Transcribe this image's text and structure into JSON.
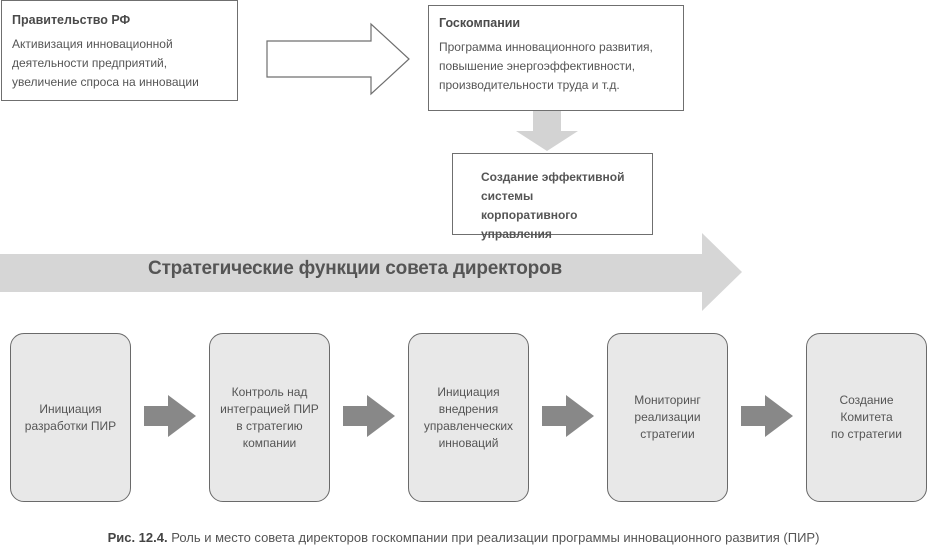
{
  "top": {
    "government": {
      "title": "Правительство РФ",
      "text": "Активизация инновационной деятельности предприятий, увеличение спроса на инновации"
    },
    "state_companies": {
      "title": "Госкомпании",
      "text": "Программа инновационного развития, повышение энергоэффективности, производительности труда и т.д."
    },
    "corporate_governance": {
      "text": "Создание эффективной системы корпоративного управления"
    }
  },
  "banner": {
    "label": "Стратегические функции совета директоров"
  },
  "steps": [
    {
      "label": "Инициация\nразработки ПИР"
    },
    {
      "label": "Контроль над\nинтеграцией ПИР\nв стратегию\nкомпании"
    },
    {
      "label": "Инициация\nвнедрения\nуправленческих\nинноваций"
    },
    {
      "label": "Мониторинг\nреализации\nстратегии"
    },
    {
      "label": "Создание\nКомитета\nпо стратегии"
    }
  ],
  "caption": {
    "number": "Рис. 12.4.",
    "text": "Роль и место совета директоров госкомпании при реализации программы инновационного развития (ПИР)"
  },
  "colors": {
    "border": "#6f6f6f",
    "banner": "#d6d6d6",
    "down_arrow": "#d3d3d3",
    "step_fill": "#e8e8e8",
    "step_arrow": "#888888"
  }
}
